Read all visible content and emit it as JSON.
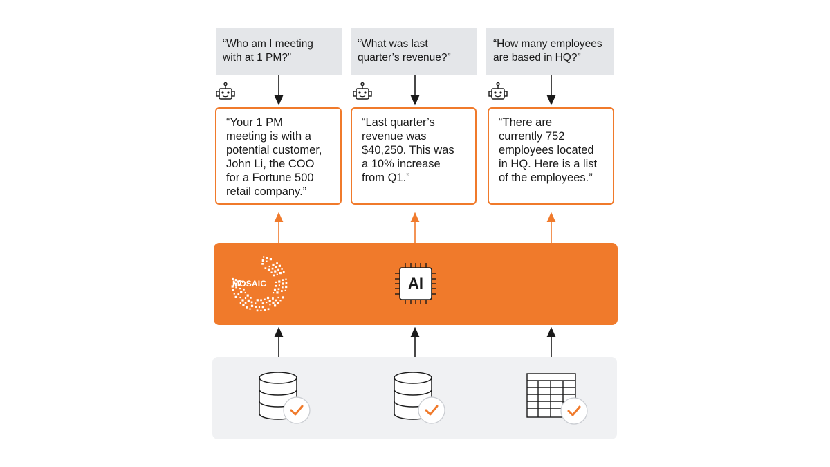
{
  "questions": [
    "“Who am I meeting\nwith at 1 PM?”",
    "“What was last\nquarter’s revenue?”",
    "“How many employees\nare based in HQ?”"
  ],
  "answers": [
    "“Your 1 PM\nmeeting is with a\npotential customer,\nJohn Li, the COO\nfor a Fortune 500\nretail company.”",
    "“Last quarter’s\nrevenue was\n$40,250. This was\na 10% increase\nfrom Q1.”",
    "“There are\ncurrently 752\nemployees located\nin HQ. Here is a list\nof the employees.”"
  ],
  "ai_layer": {
    "brand_label": "MOSAIC",
    "chip_label": "AI"
  },
  "sources": [
    {
      "icon": "database-check-icon"
    },
    {
      "icon": "database-check-icon"
    },
    {
      "icon": "spreadsheet-check-icon"
    }
  ],
  "colors": {
    "accent": "#f07a2b",
    "question_bg": "#e4e6e9",
    "panel_bg": "#f0f1f3",
    "ink": "#1a1a1a"
  }
}
